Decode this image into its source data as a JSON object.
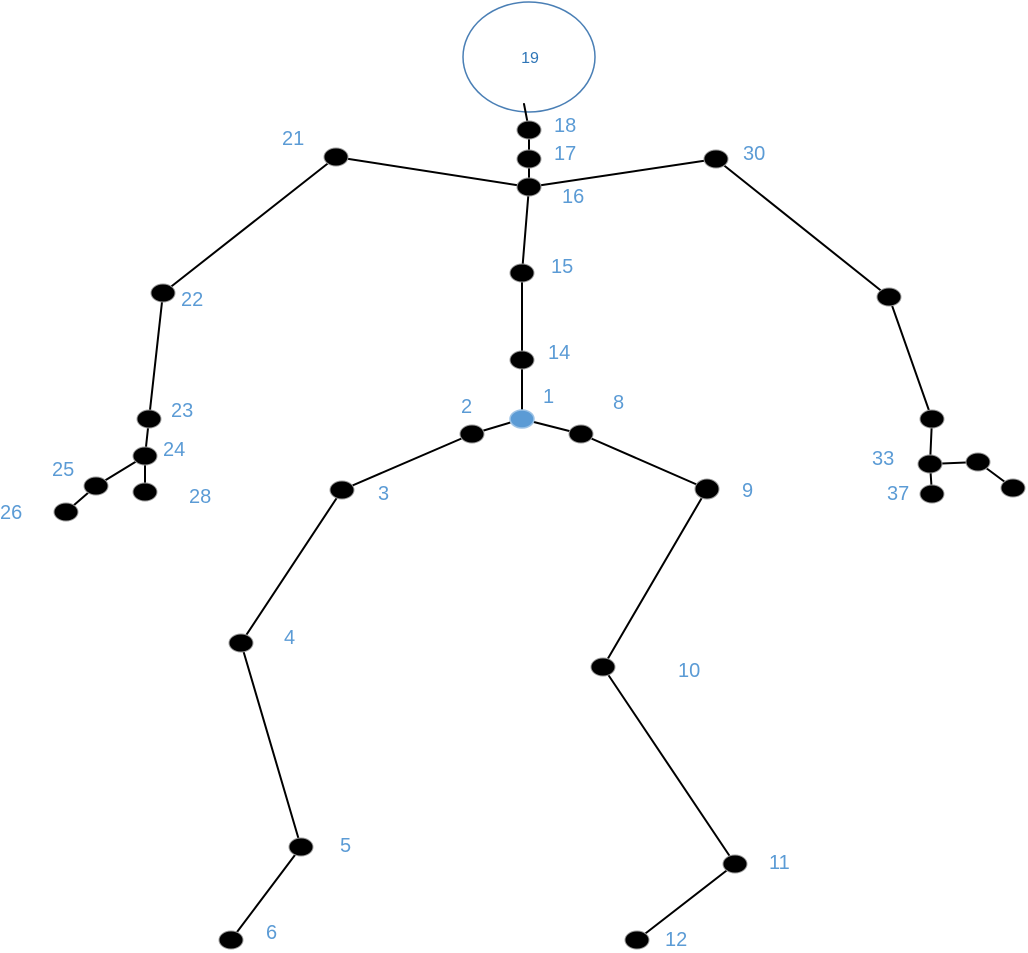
{
  "head": {
    "label": "19"
  },
  "colors": {
    "label": "#5b9bd5",
    "bone": "#000000",
    "joint": "#000000",
    "root_joint": "#5b9bd5"
  },
  "joint_labels": {
    "j1": "1",
    "j2": "2",
    "j3": "3",
    "j4": "4",
    "j5": "5",
    "j6": "6",
    "j8": "8",
    "j9": "9",
    "j10": "10",
    "j11": "11",
    "j12": "12",
    "j14": "14",
    "j15": "15",
    "j16": "16",
    "j17": "17",
    "j18": "18",
    "j21": "21",
    "j22": "22",
    "j23": "23",
    "j24": "24",
    "j25": "25",
    "j26": "26",
    "j28": "28",
    "j30": "30",
    "j33": "33",
    "j37": "37"
  }
}
